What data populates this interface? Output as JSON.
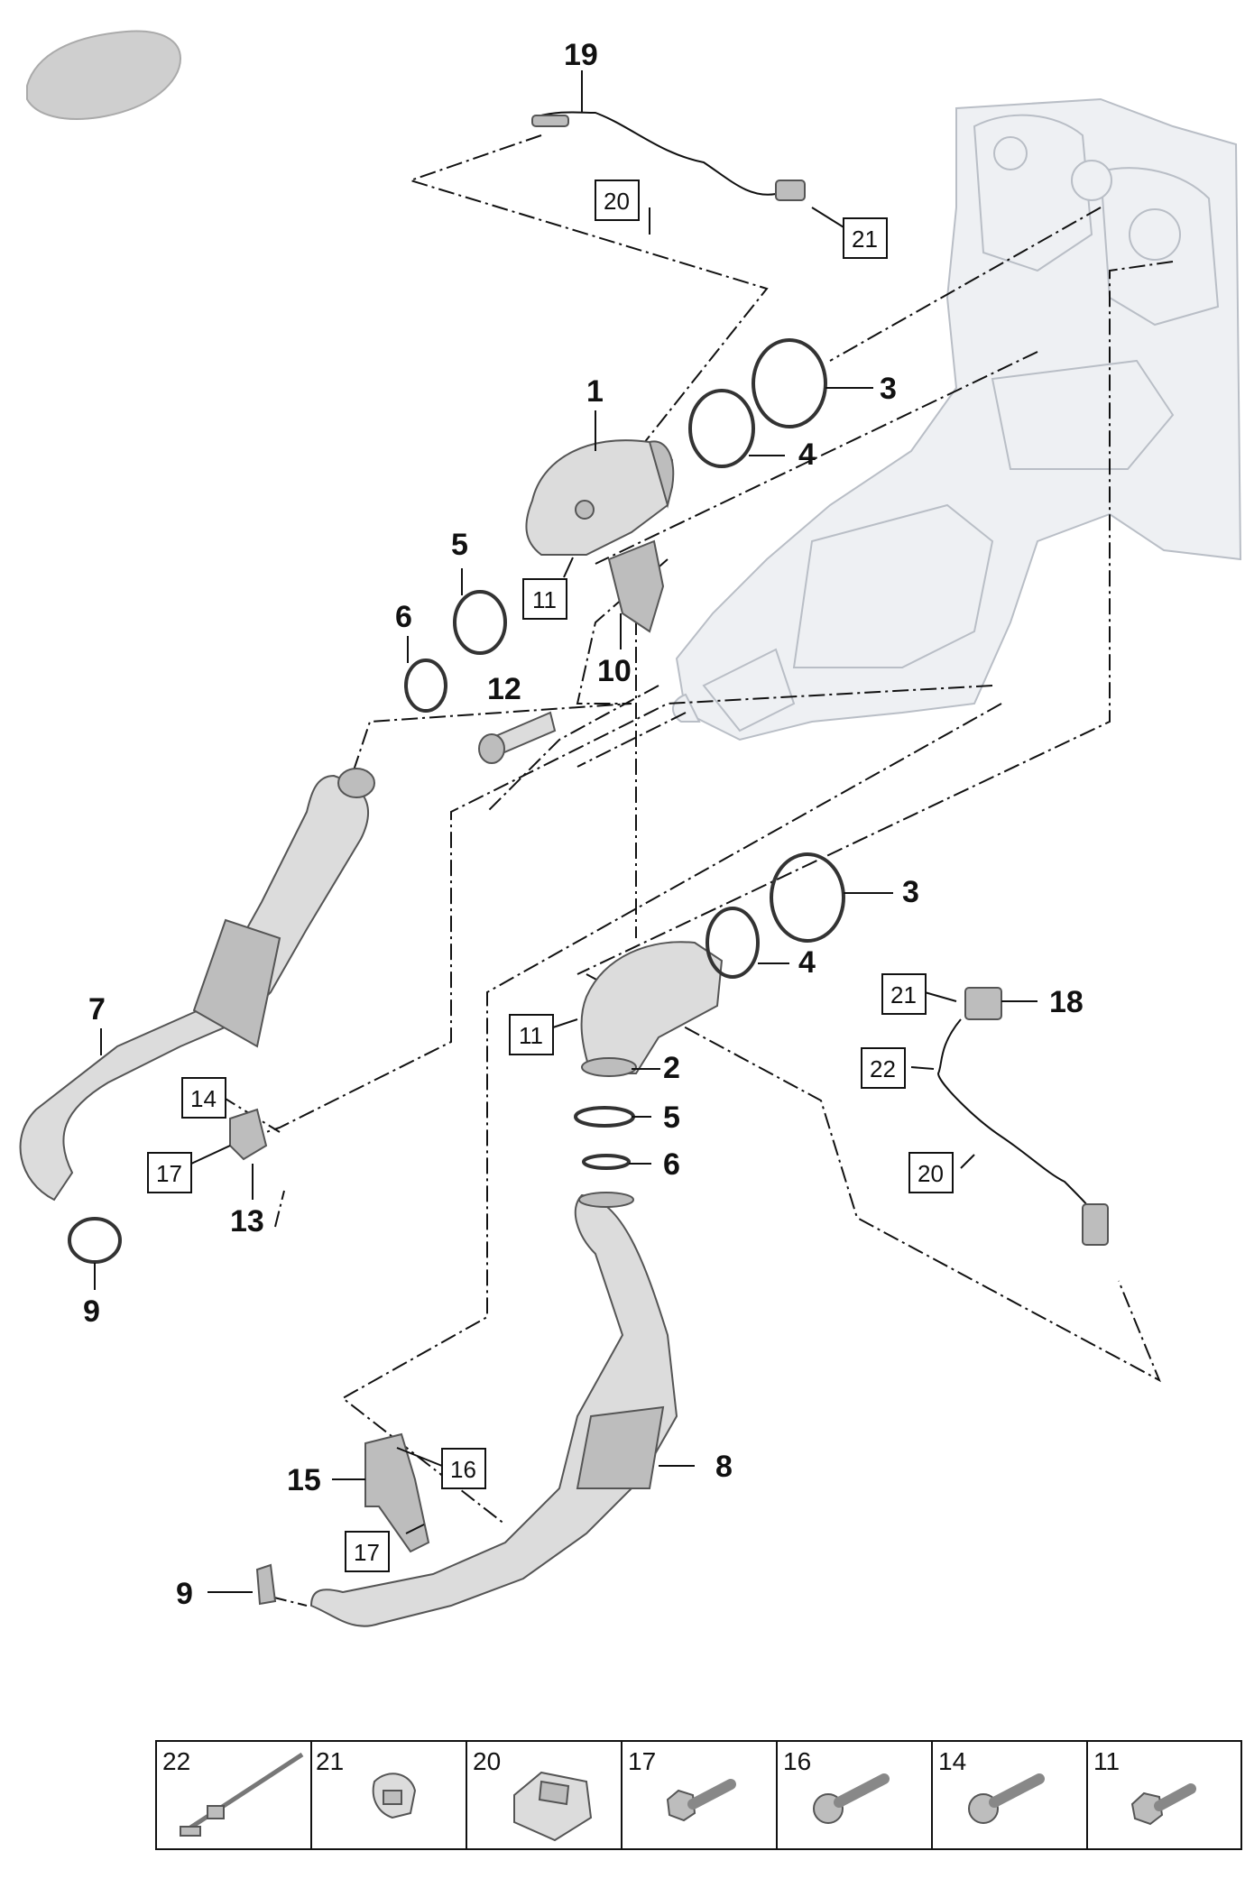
{
  "callouts": {
    "c19": "19",
    "c1": "1",
    "c3a": "3",
    "c4a": "4",
    "c5a": "5",
    "c6a": "6",
    "c12": "12",
    "c10": "10",
    "c7": "7",
    "c13": "13",
    "c9a": "9",
    "c3b": "3",
    "c4b": "4",
    "c18": "18",
    "c2": "2",
    "c5b": "5",
    "c6b": "6",
    "c8": "8",
    "c15": "15",
    "c9b": "9"
  },
  "boxed_refs": {
    "b20a": "20",
    "b21a": "21",
    "b11a": "11",
    "b14": "14",
    "b17a": "17",
    "b11b": "11",
    "b21b": "21",
    "b22": "22",
    "b20b": "20",
    "b16": "16",
    "b17b": "17"
  },
  "fastener_table": {
    "cells": [
      "22",
      "21",
      "20",
      "17",
      "16",
      "14",
      "11"
    ],
    "icons": [
      "clip-icon",
      "clamp-bracket-icon",
      "heat-shield-icon",
      "hex-bolt-icon",
      "torx-bolt-icon",
      "torx-bolt-icon",
      "flange-bolt-icon"
    ]
  },
  "colors": {
    "line": "#111111",
    "part_fill": "#dcdcdc",
    "engine_fill": "#eef0f3"
  }
}
